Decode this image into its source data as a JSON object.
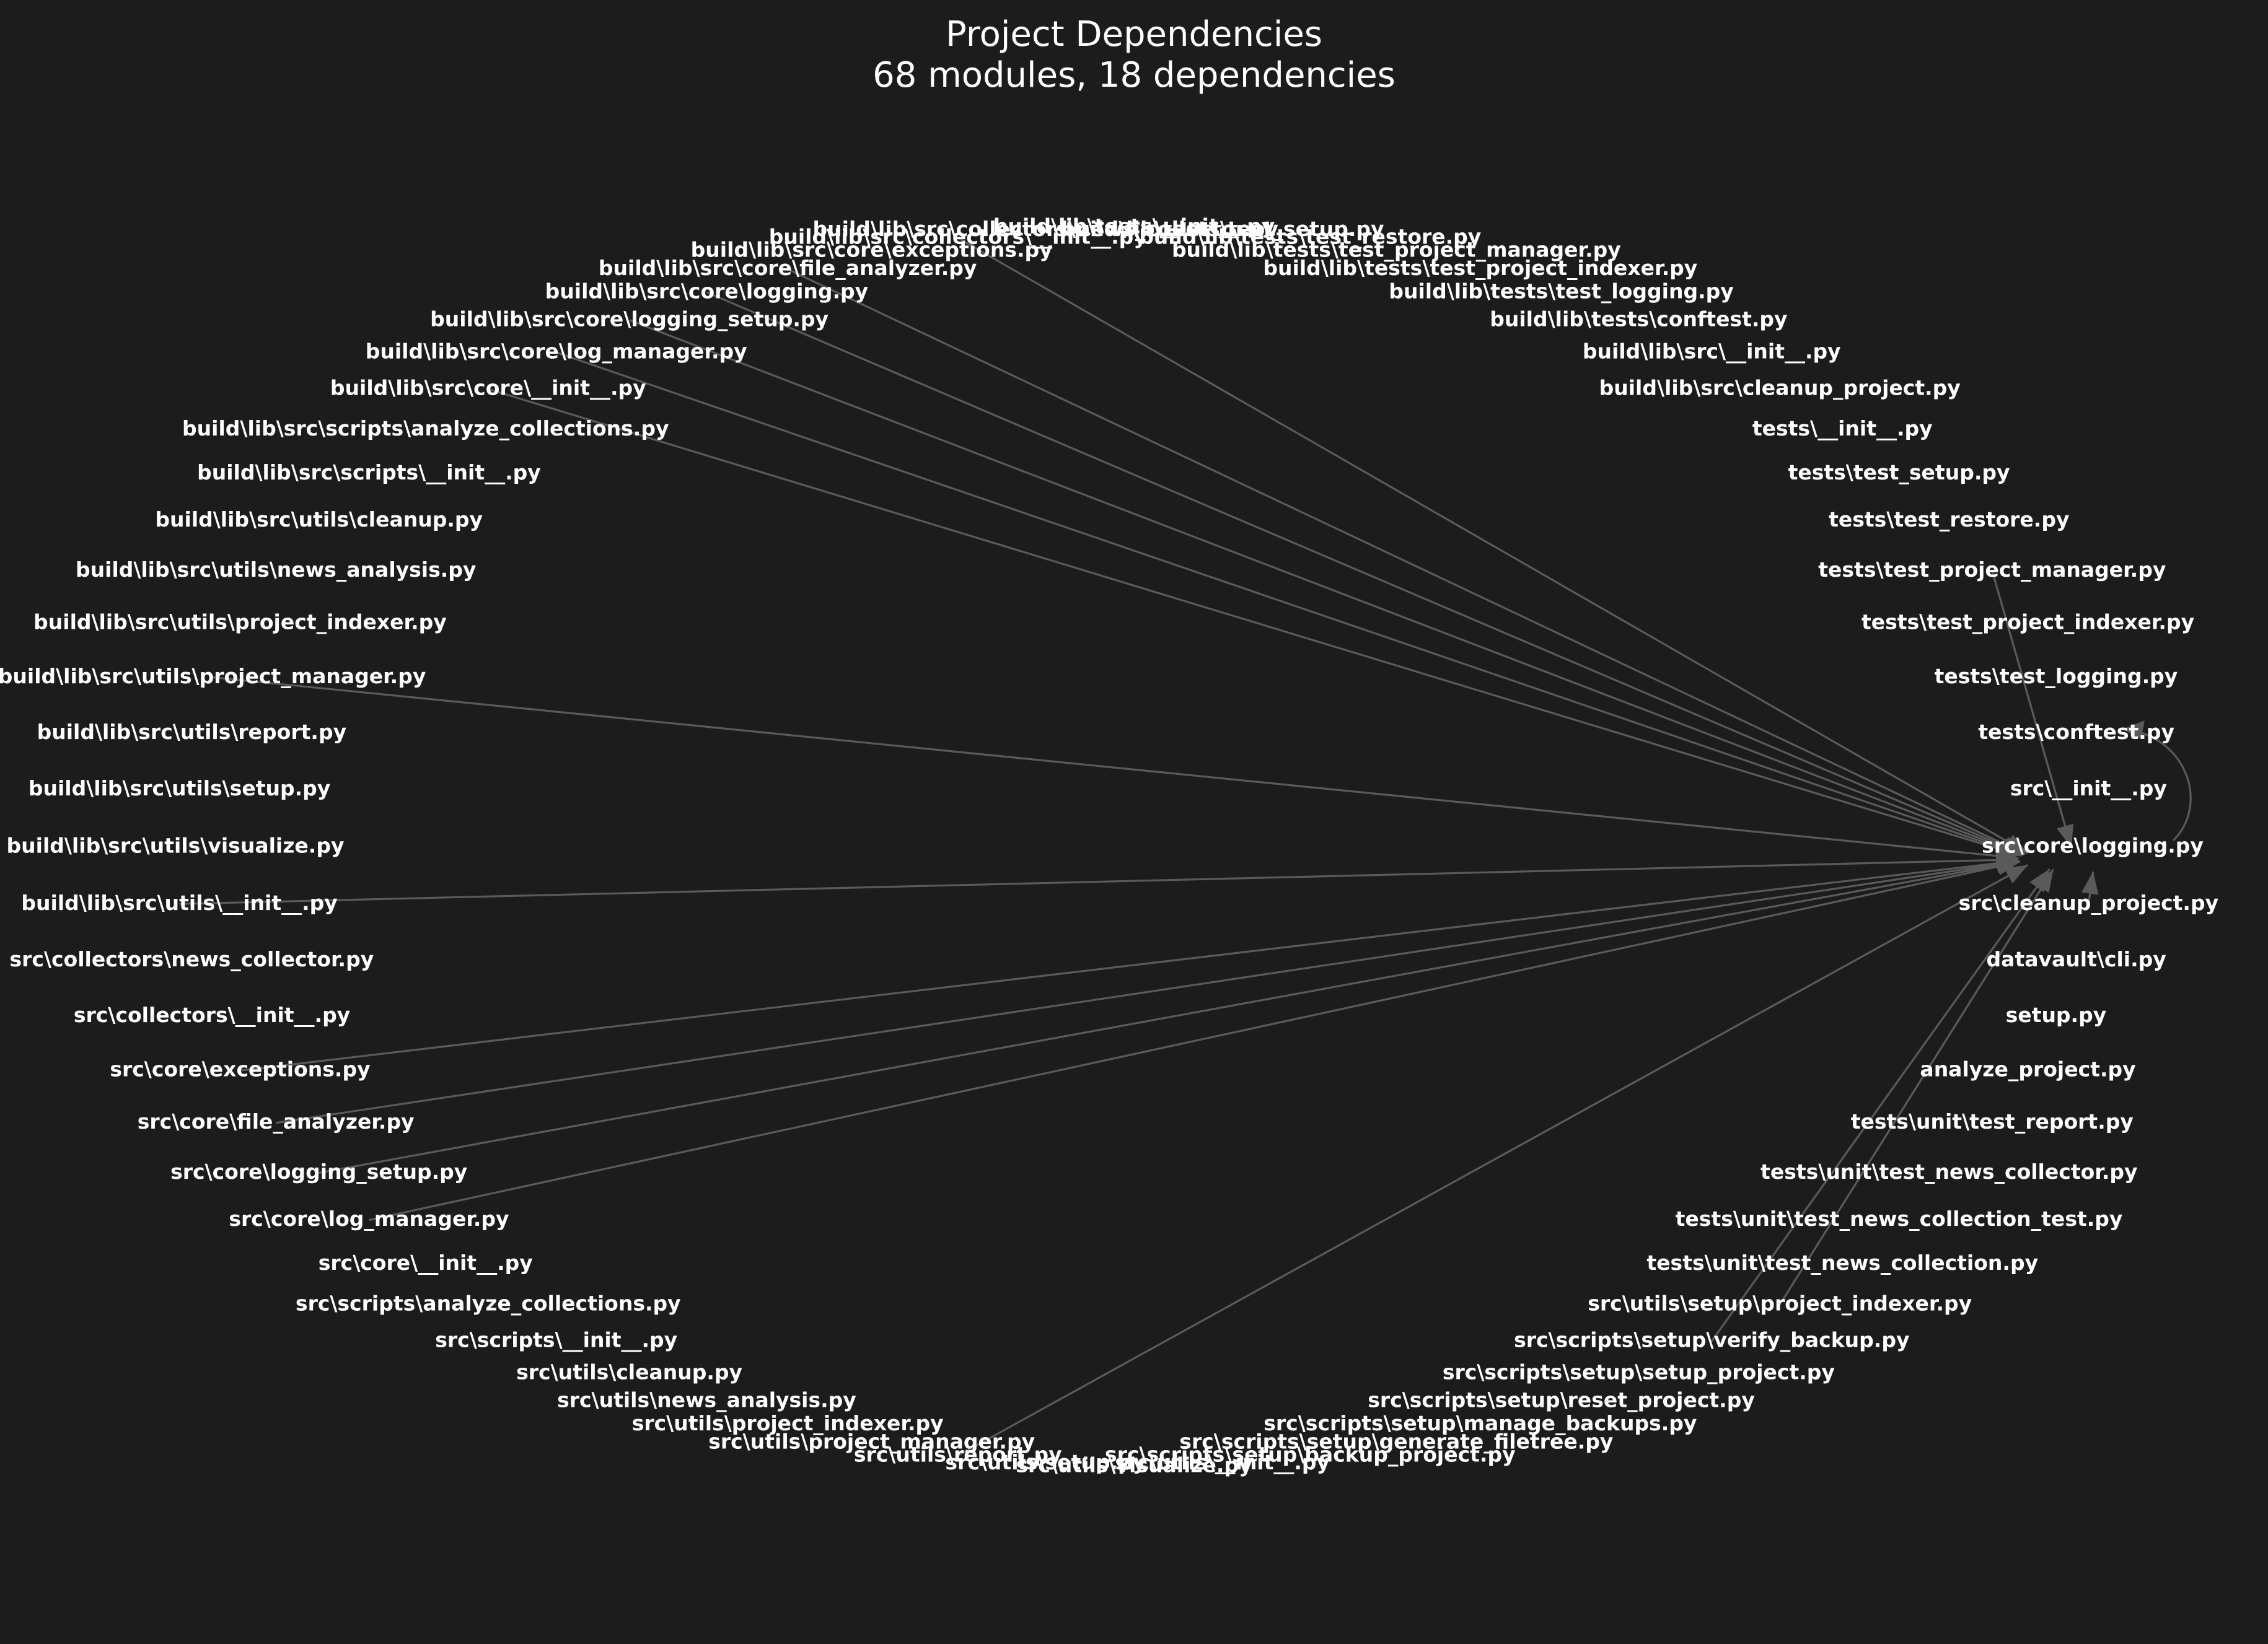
{
  "diagram": {
    "title_line1": "Project Dependencies",
    "title_line2": "68 modules, 18 dependencies",
    "colors": {
      "background": "#1c1c1c",
      "text": "#ffffff",
      "edge": "#5a5a5a"
    }
  },
  "nodes": [
    "src\\core\\logging.py",
    "src\\__init__.py",
    "tests\\conftest.py",
    "tests\\test_logging.py",
    "tests\\test_project_indexer.py",
    "tests\\test_project_manager.py",
    "tests\\test_restore.py",
    "tests\\test_setup.py",
    "tests\\__init__.py",
    "build\\lib\\src\\cleanup_project.py",
    "build\\lib\\src\\__init__.py",
    "build\\lib\\tests\\conftest.py",
    "build\\lib\\tests\\test_logging.py",
    "build\\lib\\tests\\test_project_indexer.py",
    "build\\lib\\tests\\test_project_manager.py",
    "build\\lib\\tests\\test_restore.py",
    "build\\lib\\tests\\test_setup.py",
    "build\\lib\\tests\\__init__.py",
    "build\\lib\\src\\collectors\\news_collector.py",
    "build\\lib\\src\\collectors\\__init__.py",
    "build\\lib\\src\\core\\exceptions.py",
    "build\\lib\\src\\core\\file_analyzer.py",
    "build\\lib\\src\\core\\logging.py",
    "build\\lib\\src\\core\\logging_setup.py",
    "build\\lib\\src\\core\\log_manager.py",
    "build\\lib\\src\\core\\__init__.py",
    "build\\lib\\src\\scripts\\analyze_collections.py",
    "build\\lib\\src\\scripts\\__init__.py",
    "build\\lib\\src\\utils\\cleanup.py",
    "build\\lib\\src\\utils\\news_analysis.py",
    "build\\lib\\src\\utils\\project_indexer.py",
    "build\\lib\\src\\utils\\project_manager.py",
    "build\\lib\\src\\utils\\report.py",
    "build\\lib\\src\\utils\\setup.py",
    "build\\lib\\src\\utils\\visualize.py",
    "build\\lib\\src\\utils\\__init__.py",
    "src\\collectors\\news_collector.py",
    "src\\collectors\\__init__.py",
    "src\\core\\exceptions.py",
    "src\\core\\file_analyzer.py",
    "src\\core\\logging_setup.py",
    "src\\core\\log_manager.py",
    "src\\core\\__init__.py",
    "src\\scripts\\analyze_collections.py",
    "src\\scripts\\__init__.py",
    "src\\utils\\cleanup.py",
    "src\\utils\\news_analysis.py",
    "src\\utils\\project_indexer.py",
    "src\\utils\\project_manager.py",
    "src\\utils\\report.py",
    "src\\utils\\setup.py",
    "src\\utils\\visualize.py",
    "src\\utils\\__init__.py",
    "src\\scripts\\setup\\backup_project.py",
    "src\\scripts\\setup\\generate_filetree.py",
    "src\\scripts\\setup\\manage_backups.py",
    "src\\scripts\\setup\\reset_project.py",
    "src\\scripts\\setup\\setup_project.py",
    "src\\scripts\\setup\\verify_backup.py",
    "src\\utils\\setup\\project_indexer.py",
    "tests\\unit\\test_news_collection.py",
    "tests\\unit\\test_news_collection_test.py",
    "tests\\unit\\test_news_collector.py",
    "tests\\unit\\test_report.py",
    "analyze_project.py",
    "setup.py",
    "datavault\\cli.py",
    "src\\cleanup_project.py"
  ],
  "edges": [
    [
      "build\\lib\\src\\collectors\\__init__.py",
      "src\\core\\logging.py"
    ],
    [
      "build\\lib\\src\\core\\file_analyzer.py",
      "src\\core\\logging.py"
    ],
    [
      "build\\lib\\src\\core\\logging.py",
      "src\\core\\logging.py"
    ],
    [
      "build\\lib\\src\\core\\logging_setup.py",
      "src\\core\\logging.py"
    ],
    [
      "build\\lib\\src\\core\\log_manager.py",
      "src\\core\\logging.py"
    ],
    [
      "build\\lib\\src\\core\\__init__.py",
      "src\\core\\logging.py"
    ],
    [
      "build\\lib\\src\\utils\\project_manager.py",
      "src\\core\\logging.py"
    ],
    [
      "build\\lib\\src\\utils\\__init__.py",
      "src\\core\\logging.py"
    ],
    [
      "src\\core\\exceptions.py",
      "src\\core\\logging.py"
    ],
    [
      "src\\core\\file_analyzer.py",
      "src\\core\\logging.py"
    ],
    [
      "src\\core\\logging_setup.py",
      "src\\core\\logging.py"
    ],
    [
      "src\\core\\log_manager.py",
      "src\\core\\logging.py"
    ],
    [
      "src\\utils\\report.py",
      "src\\core\\logging.py"
    ],
    [
      "src\\scripts\\setup\\verify_backup.py",
      "src\\core\\logging.py"
    ],
    [
      "src\\utils\\setup\\project_indexer.py",
      "src\\core\\logging.py"
    ],
    [
      "tests\\test_project_manager.py",
      "src\\core\\logging.py"
    ],
    [
      "src\\core\\logging.py",
      "src\\core\\logging.py"
    ],
    [
      "src\\cleanup_project.py",
      "src\\core\\logging.py"
    ]
  ]
}
